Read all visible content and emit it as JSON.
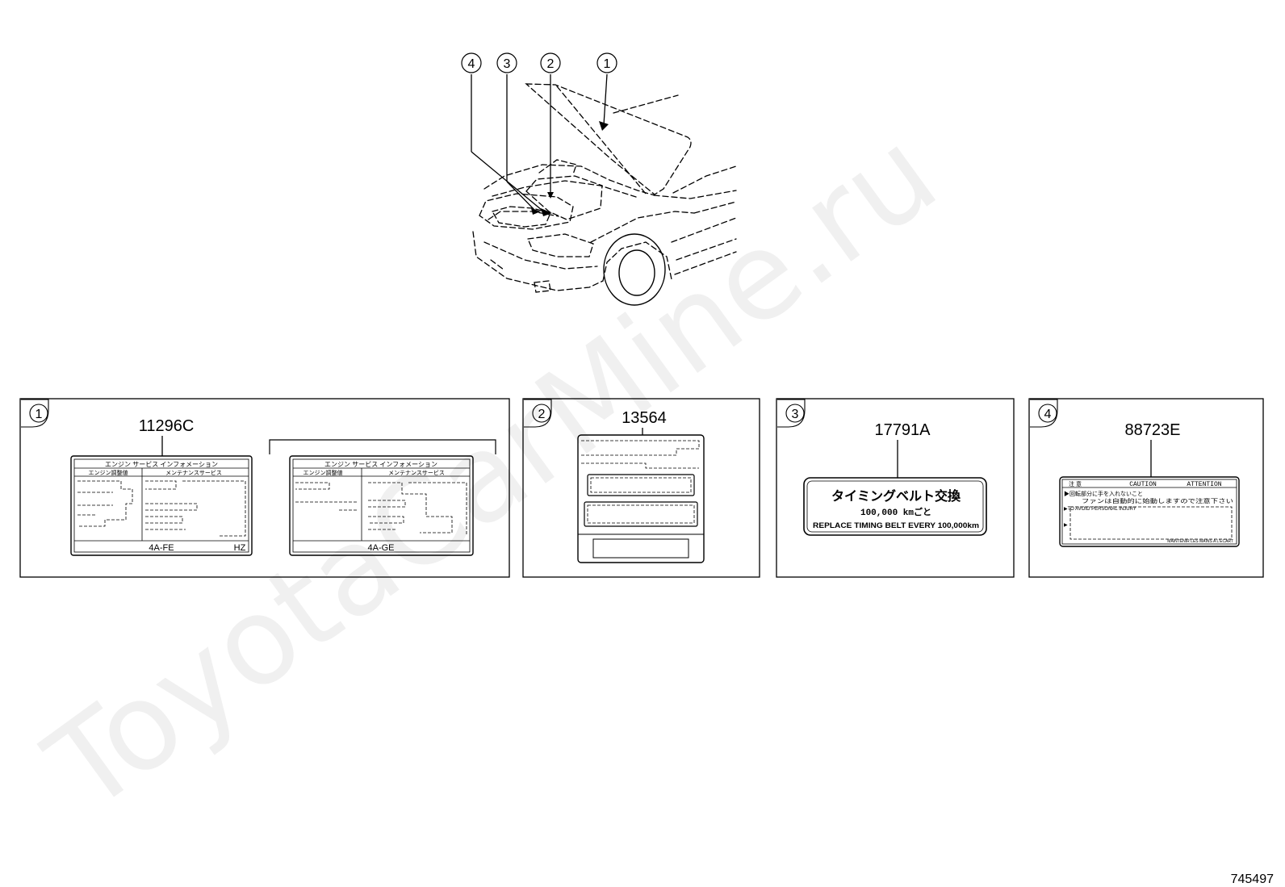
{
  "watermark": "ToyotaCarMine.ru",
  "diagram_id": "745497",
  "callouts": [
    "4",
    "3",
    "2",
    "1"
  ],
  "panels": [
    {
      "number": "1",
      "part_number": "11296C",
      "labels": [
        {
          "title": "エンジン サービス インフォメーション",
          "left_header": "エンジン調整値",
          "right_header": "メンテナンスサービス",
          "engine": "4A-FE",
          "code": "HZ"
        },
        {
          "title": "エンジン サービス インフォメーション",
          "left_header": "エンジン調整値",
          "right_header": "メンテナンスサービス",
          "engine": "4A-GE"
        }
      ]
    },
    {
      "number": "2",
      "part_number": "13564"
    },
    {
      "number": "3",
      "part_number": "17791A",
      "line1": "タイミングベルト交換",
      "line2": "100,000 kmごと",
      "line3": "REPLACE TIMING BELT EVERY 100,000km"
    },
    {
      "number": "4",
      "part_number": "88723E",
      "header_jp": "注 意",
      "header_caution": "CAUTION",
      "header_attention": "ATTENTION",
      "line1": "▶回転部分に手を入れないこと",
      "line2": "ファンは自動的に始動しますので注意下さい",
      "line3": "▶TO AVOID PERSONAL INJURY",
      "line4": "▶",
      "footer": "MAINTENIR LES MAINS A L'ECART"
    }
  ]
}
